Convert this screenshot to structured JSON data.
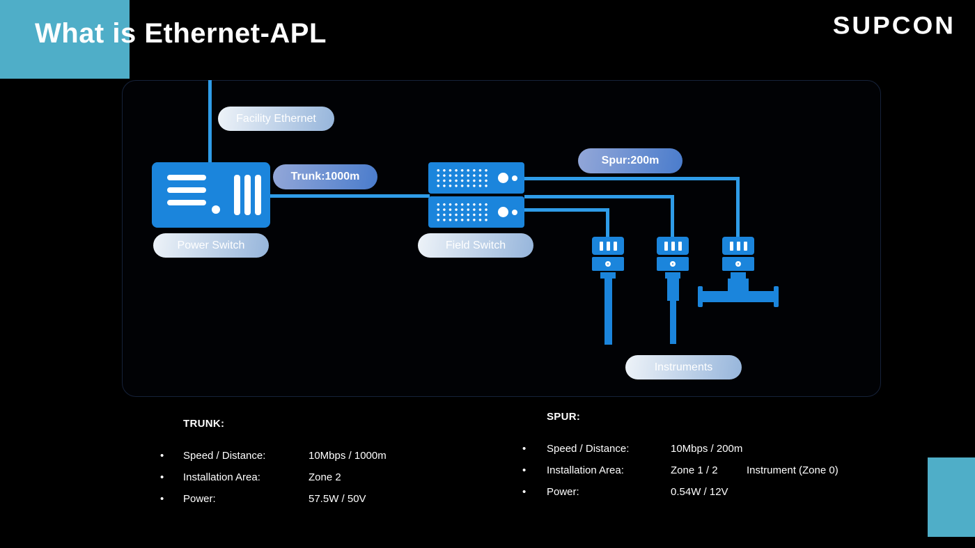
{
  "slide": {
    "title": "What is Ethernet-APL",
    "logo": "SUPCON"
  },
  "diagram": {
    "facility_ethernet_label": "Facility Ethernet",
    "trunk_label": "Trunk:1000m",
    "spur_label": "Spur:200m",
    "power_switch_label": "Power Switch",
    "field_switch_label": "Field Switch",
    "instruments_label": "Instruments"
  },
  "specs": {
    "trunk": {
      "heading": "TRUNK:",
      "items": [
        {
          "bullet": "•",
          "label": "Speed / Distance:",
          "value": "10Mbps / 1000m"
        },
        {
          "bullet": "•",
          "label": "Installation Area:",
          "value": "Zone 2"
        },
        {
          "bullet": "•",
          "label": "Power:",
          "value": "57.5W / 50V"
        }
      ]
    },
    "spur": {
      "heading": "SPUR:",
      "items": [
        {
          "bullet": "•",
          "label": "Speed / Distance:",
          "value": "10Mbps / 200m"
        },
        {
          "bullet": "•",
          "label": "Installation Area:",
          "value": "Zone 1 / 2",
          "extra": "Instrument (Zone 0)"
        },
        {
          "bullet": "•",
          "label": "Power:",
          "value": "0.54W / 12V"
        }
      ]
    }
  },
  "colors": {
    "accent_teal": "#4FAEC8",
    "device_blue": "#1B85DC",
    "cable_blue": "#2F9CE8",
    "background": "#000000"
  }
}
